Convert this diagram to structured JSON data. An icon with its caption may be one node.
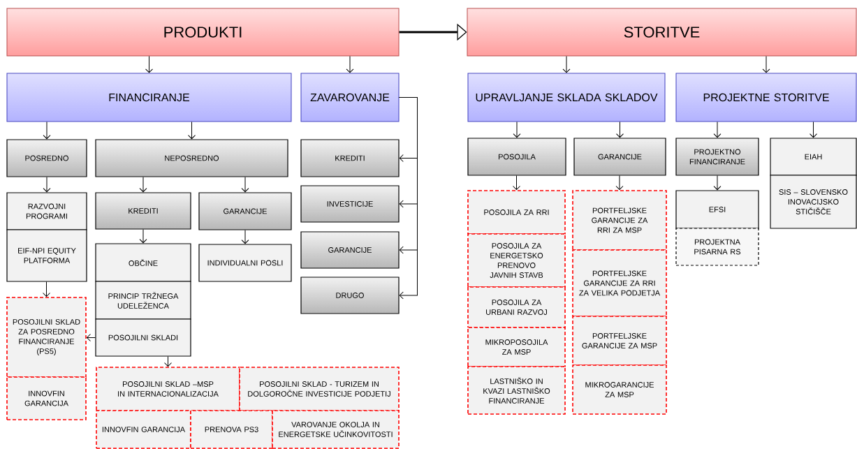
{
  "diagram": {
    "nodes": [
      {
        "text": [
          "PRODUKTI"
        ]
      },
      {
        "text": [
          "STORITVE"
        ]
      },
      {
        "text": [
          "FINANCIRANJE"
        ]
      },
      {
        "text": [
          "ZAVAROVANJE"
        ]
      },
      {
        "text": [
          "UPRAVLJANJE SKLADA SKLADOV"
        ]
      },
      {
        "text": [
          "PROJEKTNE STORITVE"
        ]
      },
      {
        "text": [
          "POSREDNO"
        ]
      },
      {
        "text": [
          "NEPOSREDNO"
        ]
      },
      {
        "text": [
          "KREDITI"
        ]
      },
      {
        "text": [
          "RAZVOJNI PROGRAMI"
        ]
      },
      {
        "text": [
          "EIF-NPI EQUITY PLATFORMA"
        ]
      },
      {
        "text": [
          "KREDITI"
        ]
      },
      {
        "text": [
          "GARANCIJE"
        ]
      },
      {
        "text": [
          "INVESTICIJE"
        ]
      },
      {
        "text": [
          "OBČINE"
        ]
      },
      {
        "text": [
          "PRINCIP TRŽNEGA UDELEŽENCA"
        ]
      },
      {
        "text": [
          "POSOJILNI SKLADI"
        ]
      },
      {
        "text": [
          "INDIVIDUALNI POSLI"
        ]
      },
      {
        "text": [
          "GARANCIJE"
        ]
      },
      {
        "text": [
          "DRUGO"
        ]
      },
      {
        "text": [
          "POSOJILNI SKLAD ZA POSREDNO FINANCIRANJE (PS5)"
        ]
      },
      {
        "text": [
          "INNOVFIN GARANCIJA"
        ]
      },
      {
        "text": [
          "POSOJILNI SKLAD –MSP IN INTERNACIONALIZACIJA"
        ]
      },
      {
        "text": [
          "POSOJILNI SKLAD - TURIZEM IN DOLGOROČNE INVESTICIJE PODJETIJ"
        ]
      },
      {
        "text": [
          "INNOVFIN GARANCIJA"
        ]
      },
      {
        "text": [
          "PRENOVA PS3"
        ]
      },
      {
        "text": [
          "VAROVANJE OKOLJA IN ENERGETSKE UČINKOVITOSTI"
        ]
      },
      {
        "text": [
          "POSOJILA"
        ]
      },
      {
        "text": [
          "GARANCIJE"
        ]
      },
      {
        "text": [
          "PROJEKTNO FINANCIRANJE"
        ]
      },
      {
        "text": [
          "EIAH"
        ]
      },
      {
        "text": [
          "SIS – SLOVENSKO INOVACIJSKO STIČIŠČE"
        ]
      },
      {
        "text": [
          "POSOJILA ZA RRI"
        ]
      },
      {
        "text": [
          "POSOJILA ZA ENERGETSKO PRENOVO JAVNIH STAVB"
        ]
      },
      {
        "text": [
          "POSOJILA ZA URBANI RAZVOJ"
        ]
      },
      {
        "text": [
          "MIKROPOSOJILA ZA MSP"
        ]
      },
      {
        "text": [
          "LASTNIŠKO IN KVAZI LASTNIŠKO FINANCIRANJE"
        ]
      },
      {
        "text": [
          "PORTFELJSKE GARANCIJE ZA RRI ZA MSP"
        ]
      },
      {
        "text": [
          "PORTFELJSKE GARANCIJE ZA RRI ZA VELIKA PODJETJA"
        ]
      },
      {
        "text": [
          "PORTFELJSKE GARANCIJE ZA MSP"
        ]
      },
      {
        "text": [
          "MIKROGARANCIJE ZA MSP"
        ]
      },
      {
        "text": [
          "EFSI"
        ]
      },
      {
        "text": [
          "PROJEKTNA PISARNA RS"
        ]
      }
    ],
    "edges": [
      {
        "from": 0,
        "to": 1,
        "arrow": "to",
        "style": "thick"
      },
      {
        "from": 0,
        "to": 2,
        "arrow": "to"
      },
      {
        "from": 0,
        "to": 3,
        "arrow": "to"
      },
      {
        "from": 1,
        "to": 4,
        "arrow": "to"
      },
      {
        "from": 1,
        "to": 5,
        "arrow": "to"
      },
      {
        "from": 2,
        "to": 6,
        "arrow": "to"
      },
      {
        "from": 2,
        "to": 7,
        "arrow": "to"
      },
      {
        "from": 3,
        "to": 8,
        "arrow": "to"
      },
      {
        "from": 3,
        "to": 13,
        "arrow": "to"
      },
      {
        "from": 3,
        "to": 18,
        "arrow": "to"
      },
      {
        "from": 3,
        "to": 19,
        "arrow": "to"
      },
      {
        "from": 6,
        "to": 9,
        "arrow": "to"
      },
      {
        "from": 7,
        "to": 11,
        "arrow": "to"
      },
      {
        "from": 7,
        "to": 12,
        "arrow": "to"
      },
      {
        "from": 10,
        "to": 20,
        "arrow": "to"
      },
      {
        "from": 11,
        "to": 14,
        "arrow": "to"
      },
      {
        "from": 12,
        "to": 17,
        "arrow": "to"
      },
      {
        "from": 16,
        "to": 20,
        "arrow": "to"
      },
      {
        "from": 16,
        "to": 22,
        "arrow": "to"
      },
      {
        "from": 4,
        "to": 27,
        "arrow": "to"
      },
      {
        "from": 4,
        "to": 28,
        "arrow": "to"
      },
      {
        "from": 5,
        "to": 29,
        "arrow": "to"
      },
      {
        "from": 5,
        "to": 30,
        "arrow": "to"
      },
      {
        "from": 27,
        "to": 32,
        "arrow": "to"
      },
      {
        "from": 28,
        "to": 37,
        "arrow": "to"
      },
      {
        "from": 29,
        "to": 41,
        "arrow": "to"
      }
    ]
  }
}
